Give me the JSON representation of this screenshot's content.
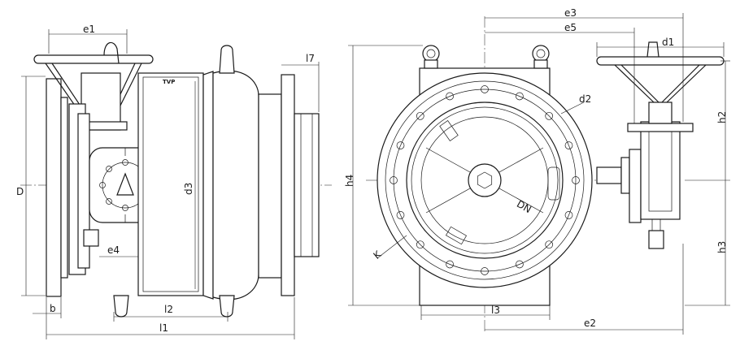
{
  "labels": {
    "e1": "e1",
    "l7": "l7",
    "D": "D",
    "d3": "d3",
    "e4": "e4",
    "l2": "l2",
    "b": "b",
    "l1": "l1",
    "brand": "TVP",
    "e3": "e3",
    "e5": "e5",
    "d1": "d1",
    "d2": "d2",
    "h2": "h2",
    "h4": "h4",
    "DN": "DN",
    "K": "K",
    "h3": "h3",
    "l3": "l3",
    "e2": "e2"
  }
}
